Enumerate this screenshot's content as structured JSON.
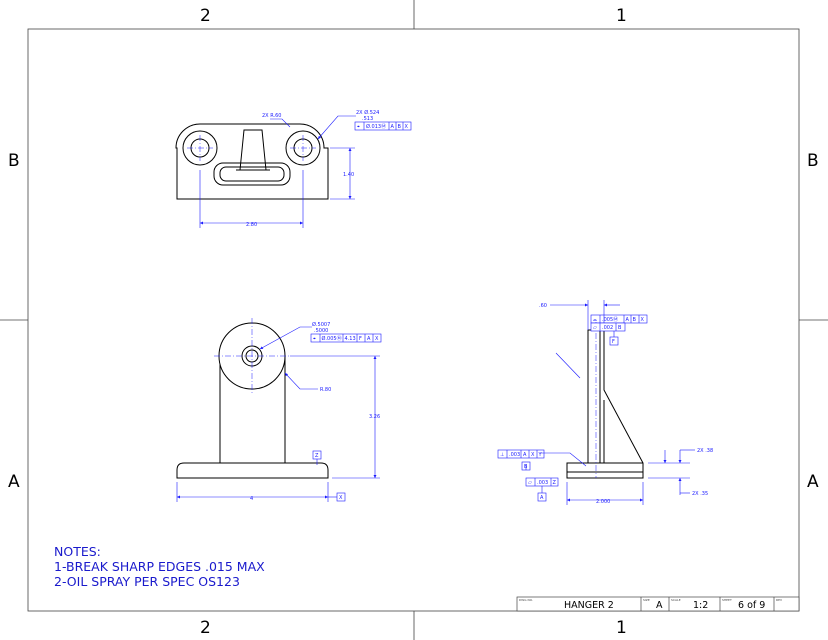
{
  "zones": {
    "top_left": "2",
    "top_right": "1",
    "bottom_left": "2",
    "bottom_right": "1",
    "left_upper": "B",
    "left_lower": "A",
    "right_upper": "B",
    "right_lower": "A"
  },
  "top_view": {
    "radius_callout": "2X R.60",
    "hole_callout_line1": "2X Ø.524",
    "hole_callout_line2": ".513",
    "fcf": [
      "⌖",
      "Ø.013Ⓜ",
      "A",
      "B",
      "X"
    ],
    "width_dim": "2.80",
    "height_dim": "1.40"
  },
  "front_view": {
    "hole_line1": "Ø.5007",
    "hole_line2": ".5000",
    "fcf": [
      "⌖",
      "Ø.005Ⓜ",
      "4.13",
      "F",
      "A",
      "X"
    ],
    "radius_dim": "R.80",
    "height_dim": "3.26",
    "width_dim": "4",
    "datum_z": "Z",
    "datum_x": "X"
  },
  "side_view": {
    "top_dim": ".60",
    "fcf_profile": [
      "⌓",
      ".005Ⓜ",
      "A",
      "B",
      "X"
    ],
    "fcf_flat": [
      "▱",
      ".002",
      "B"
    ],
    "datum_f": "F",
    "fcf_perp": [
      "⊥",
      ".003",
      "A",
      "X",
      "Y"
    ],
    "datum_b": "B",
    "fcf_flat_bottom": [
      "▱",
      ".003",
      "Z"
    ],
    "datum_a": "A",
    "width_dim": "2.000",
    "thick_dim_upper": "2X .38",
    "thick_dim_lower": "2X .35"
  },
  "notes": {
    "title": "NOTES:",
    "line1": "1-BREAK SHARP EDGES .015 MAX",
    "line2": "2-OIL SPRAY PER SPEC OS123"
  },
  "title_block": {
    "dwg_label": "DWG NO.",
    "dwg_name": "HANGER 2",
    "size_label": "SIZE",
    "size": "A",
    "scale_label": "SCALE",
    "scale": "1:2",
    "sheet_label": "SHEET",
    "sheet": "6 of 9",
    "rev_label": "REV"
  }
}
